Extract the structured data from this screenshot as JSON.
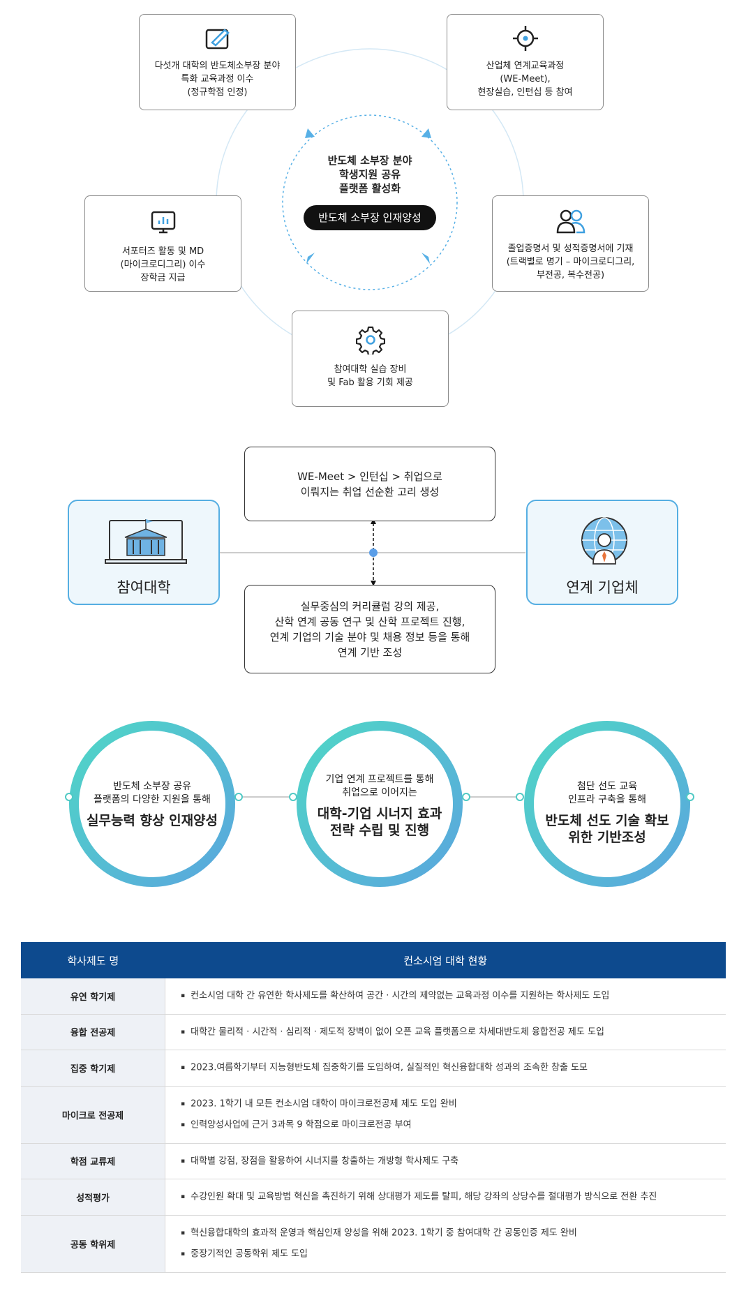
{
  "platform": {
    "center_title": "반도체 소부장 분야\n학생지원 공유\n플랫폼 활성화",
    "center_pill": "반도체 소부장 인재양성",
    "cards": [
      {
        "icon": "pen-edit-icon",
        "text": "다섯개 대학의 반도체소부장 분야\n특화 교육과정 이수\n(정규학점 인정)"
      },
      {
        "icon": "target-icon",
        "text": "산업체 연계교육과정\n(WE-Meet),\n현장실습, 인턴십 등 참여"
      },
      {
        "icon": "monitor-chart-icon",
        "text": "서포터즈 활동 및  MD\n(마이크로디그리) 이수\n장학금 지급"
      },
      {
        "icon": "users-icon",
        "text": "졸업증명서 및 성적증명서에 기재\n(트랙별로 명기 – 마이크로디그리,\n부전공, 복수전공)"
      },
      {
        "icon": "gear-icon",
        "text": "참여대학 실습 장비\n및 Fab 활용 기회 제공"
      }
    ]
  },
  "linkage": {
    "left_label": "참여대학",
    "right_label": "연계 기업체",
    "top_text": "WE-Meet > 인턴십 > 취업으로\n이뤄지는 취업 선순환 고리 생성",
    "bottom_text": "실무중심의 커리큘럼 강의 제공,\n산학 연계 공동 연구 및 산학 프로젝트 진행,\n연계 기업의 기술 분야 및 채용 정보 등을 통해\n연계 기반 조성"
  },
  "goals": [
    {
      "small": "반도체 소부장 공유\n플랫폼의 다양한 지원을 통해",
      "big": "실무능력 향상 인재양성"
    },
    {
      "small": "기업 연계 프로젝트를 통해\n취업으로 이어지는",
      "big": "대학-기업 시너지 효과\n전략 수립 및 진행"
    },
    {
      "small": "첨단 선도 교육\n인프라 구축을 통해",
      "big": "반도체 선도 기술 확보\n위한 기반조성"
    }
  ],
  "table": {
    "headers": [
      "학사제도 명",
      "컨소시엄 대학 현황"
    ],
    "rows": [
      {
        "name": "유연 학기제",
        "items": [
          "컨소시엄 대학 간 유연한 학사제도를 확산하여 공간 · 시간의 제약없는 교육과정 이수를 지원하는 학사제도 도입"
        ]
      },
      {
        "name": "융합 전공제",
        "items": [
          "대학간 물리적 · 시간적 · 심리적 · 제도적 장벽이 없이 오픈 교육 플랫폼으로 차세대반도체 융합전공 제도 도입"
        ]
      },
      {
        "name": "집중 학기제",
        "items": [
          "2023.여름학기부터 지능형반도체 집중학기를 도입하여, 실질적인 혁신융합대학 성과의 조속한 창출 도모"
        ]
      },
      {
        "name": "마이크로 전공제",
        "items": [
          "2023. 1학기 내 모든 컨소시엄 대학이 마이크로전공제 제도 도입 완비",
          "인력양성사업에 근거 3과목 9 학점으로 마이크로전공 부여"
        ]
      },
      {
        "name": "학점 교류제",
        "items": [
          "대학별 강점, 장점을 활용하여 시너지를 창출하는 개방형 학사제도 구축"
        ]
      },
      {
        "name": "성적평가",
        "items": [
          "수강인원 확대 및 교육방법 혁신을 촉진하기 위해 상대평가 제도를 탈피, 해당 강좌의 상당수를 절대평가 방식으로 전환 추진"
        ]
      },
      {
        "name": "공동 학위제",
        "items": [
          "혁신융합대학의 효과적 운영과 핵심인재 양성을 위해 2023. 1학기 중 참여대학 간 공동인증 제도 완비",
          "중장기적인 공동학위 제도 도입"
        ]
      }
    ]
  }
}
